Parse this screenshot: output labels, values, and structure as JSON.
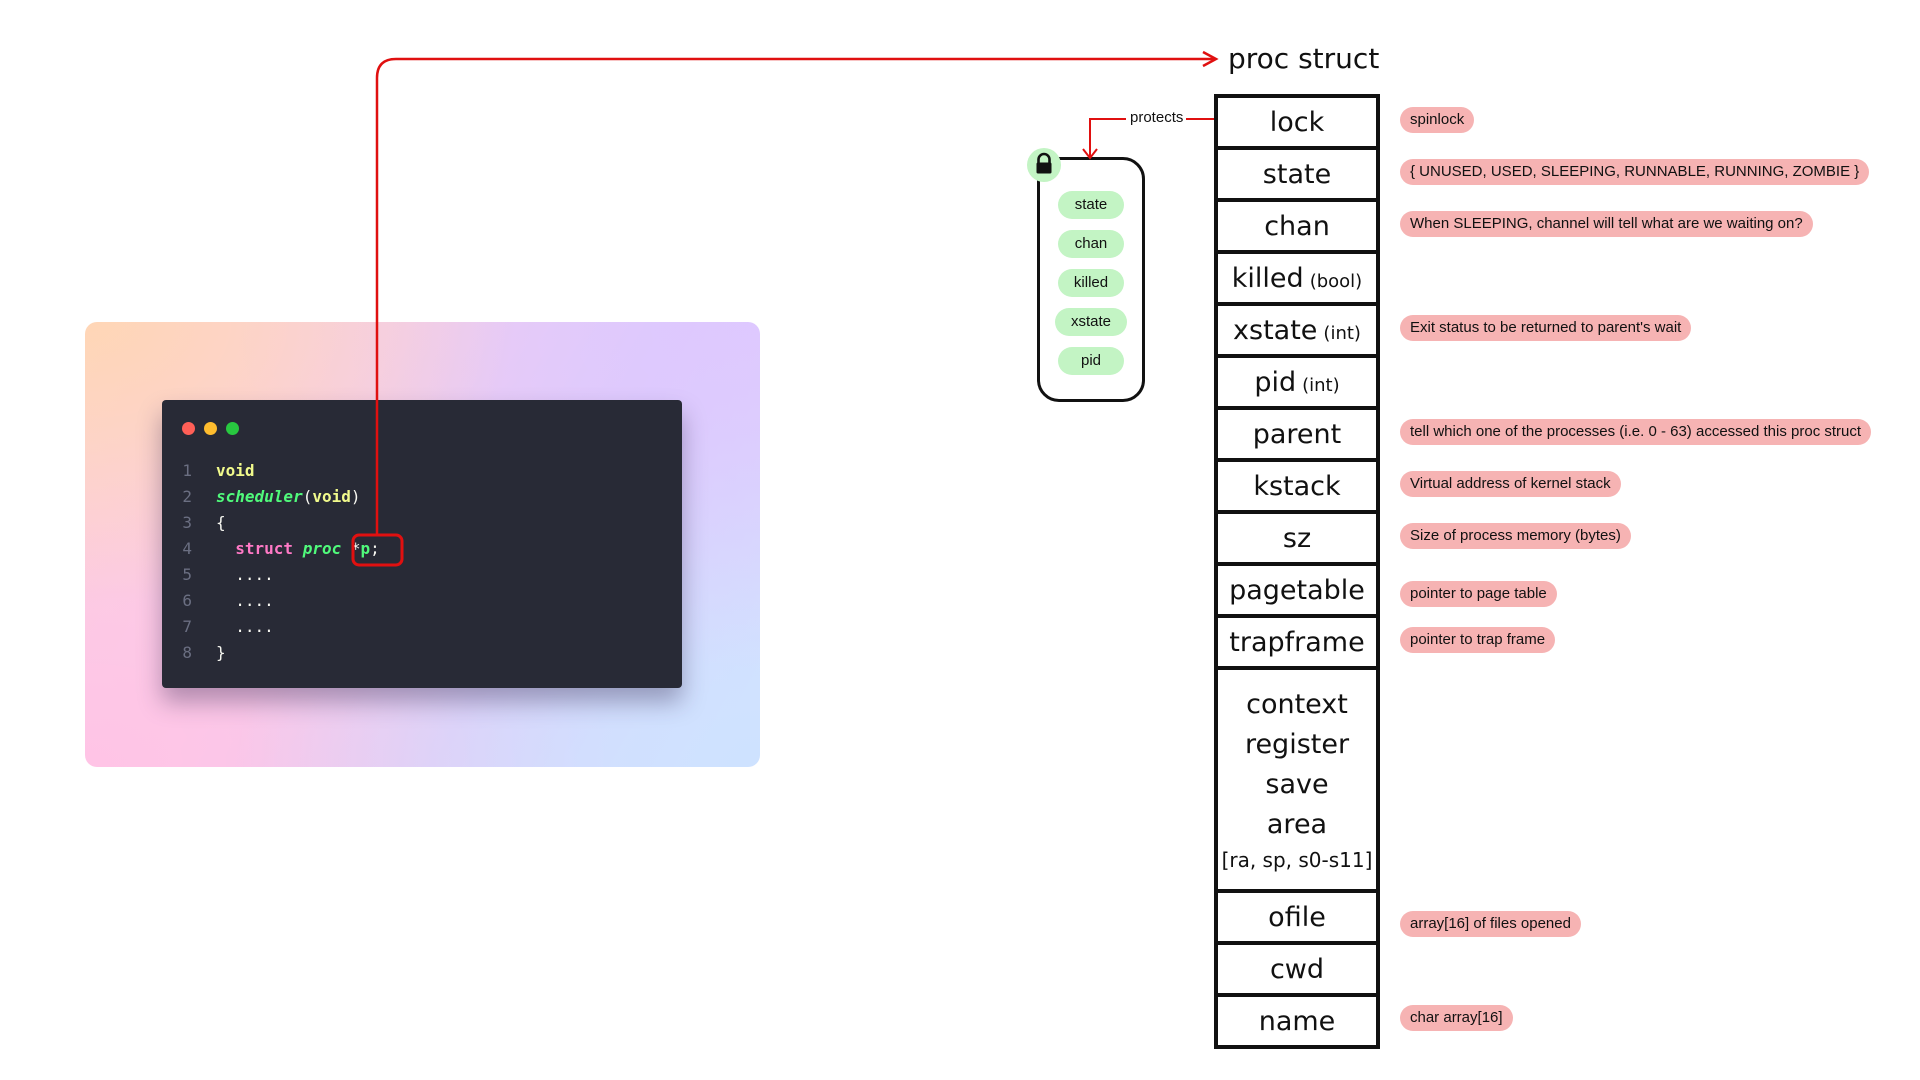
{
  "code": {
    "lines": [
      {
        "num": "1",
        "parts": [
          {
            "t": "void",
            "c": "kw-yellow"
          }
        ]
      },
      {
        "num": "2",
        "parts": [
          {
            "t": "scheduler",
            "c": "fn-green"
          },
          {
            "t": "(",
            "c": "paren"
          },
          {
            "t": "void",
            "c": "kw-yellow"
          },
          {
            "t": ")",
            "c": "paren"
          }
        ]
      },
      {
        "num": "3",
        "parts": [
          {
            "t": "{",
            "c": "plain"
          }
        ]
      },
      {
        "num": "4",
        "parts": [
          {
            "t": "  struct ",
            "c": "kw-pink"
          },
          {
            "t": "proc ",
            "c": "fn-green"
          },
          {
            "t": "*",
            "c": "plain"
          },
          {
            "t": "p",
            "c": "var-green"
          },
          {
            "t": ";",
            "c": "plain"
          }
        ]
      },
      {
        "num": "5",
        "parts": [
          {
            "t": "  ....",
            "c": "plain"
          }
        ]
      },
      {
        "num": "6",
        "parts": [
          {
            "t": "  ....",
            "c": "plain"
          }
        ]
      },
      {
        "num": "7",
        "parts": [
          {
            "t": "  ....",
            "c": "plain"
          }
        ]
      },
      {
        "num": "8",
        "parts": [
          {
            "t": "}",
            "c": "plain"
          }
        ]
      }
    ]
  },
  "struct_title": "proc struct",
  "fields": [
    {
      "name": "lock",
      "type": "",
      "note": "spinlock"
    },
    {
      "name": "state",
      "type": "",
      "note": "{ UNUSED, USED, SLEEPING, RUNNABLE, RUNNING, ZOMBIE }"
    },
    {
      "name": "chan",
      "type": "",
      "note": "When SLEEPING, channel will tell what are we waiting on?"
    },
    {
      "name": "killed",
      "type": "(bool)",
      "note": ""
    },
    {
      "name": "xstate",
      "type": "(int)",
      "note": "Exit status to be returned to parent's wait"
    },
    {
      "name": "pid",
      "type": "(int)",
      "note": ""
    },
    {
      "name": "parent",
      "type": "",
      "note": "tell which one of the processes (i.e. 0 - 63) accessed this proc struct"
    },
    {
      "name": "kstack",
      "type": "",
      "note": "Virtual address of kernel stack"
    },
    {
      "name": "sz",
      "type": "",
      "note": "Size of process memory (bytes)"
    },
    {
      "name": "pagetable",
      "type": "",
      "note": "pointer to page table"
    },
    {
      "name": "trapframe",
      "type": "",
      "note": "pointer to trap frame"
    },
    {
      "name": "context",
      "lines": [
        "context",
        "register",
        "save",
        "area"
      ],
      "sub": "[ra, sp, s0-s11]",
      "note": ""
    },
    {
      "name": "ofile",
      "type": "",
      "note": "array[16] of files opened"
    },
    {
      "name": "cwd",
      "type": "",
      "note": ""
    },
    {
      "name": "name",
      "type": "",
      "note": "char array[16]"
    }
  ],
  "protects_label": "protects",
  "protected_fields": [
    "state",
    "chan",
    "killed",
    "xstate",
    "pid"
  ],
  "colors": {
    "arrow": "#e01010",
    "note_bg": "#f6b3b3",
    "pill_bg": "#c3f4c4"
  },
  "icons": {
    "lock": "padlock-icon"
  }
}
